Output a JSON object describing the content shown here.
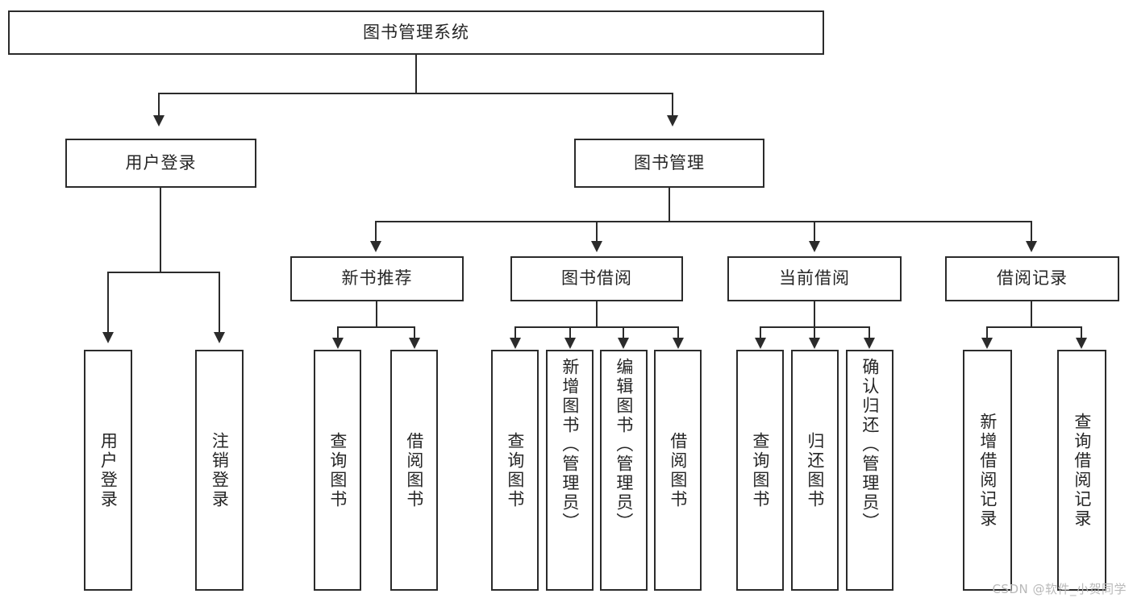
{
  "diagram": {
    "type": "tree-hierarchy",
    "title": "图书管理系统",
    "root": {
      "label": "图书管理系统"
    },
    "level1": [
      {
        "id": "user-login",
        "label": "用户登录"
      },
      {
        "id": "book-manage",
        "label": "图书管理"
      }
    ],
    "level2": [
      {
        "id": "new-book-recommend",
        "label": "新书推荐",
        "parent": "book-manage"
      },
      {
        "id": "book-borrow",
        "label": "图书借阅",
        "parent": "book-manage"
      },
      {
        "id": "current-borrow",
        "label": "当前借阅",
        "parent": "book-manage"
      },
      {
        "id": "borrow-record",
        "label": "借阅记录",
        "parent": "book-manage"
      }
    ],
    "leaves": [
      {
        "id": "leaf-user-login",
        "label": "用户登录",
        "parent": "user-login"
      },
      {
        "id": "leaf-user-logout",
        "label": "注销登录",
        "parent": "user-login"
      },
      {
        "id": "leaf-query-book-1",
        "label": "查询图书",
        "parent": "new-book-recommend"
      },
      {
        "id": "leaf-borrow-book-1",
        "label": "借阅图书",
        "parent": "new-book-recommend"
      },
      {
        "id": "leaf-query-book-2",
        "label": "查询图书",
        "parent": "book-borrow"
      },
      {
        "id": "leaf-add-book",
        "label": "新增图书（管理员）",
        "parent": "book-borrow"
      },
      {
        "id": "leaf-edit-book",
        "label": "编辑图书（管理员）",
        "parent": "book-borrow"
      },
      {
        "id": "leaf-borrow-book-2",
        "label": "借阅图书",
        "parent": "book-borrow"
      },
      {
        "id": "leaf-query-book-3",
        "label": "查询图书",
        "parent": "current-borrow"
      },
      {
        "id": "leaf-return-book",
        "label": "归还图书",
        "parent": "current-borrow"
      },
      {
        "id": "leaf-confirm-return",
        "label": "确认归还（管理员）",
        "parent": "current-borrow"
      },
      {
        "id": "leaf-add-record",
        "label": "新增借阅记录",
        "parent": "borrow-record"
      },
      {
        "id": "leaf-query-record",
        "label": "查询借阅记录",
        "parent": "borrow-record"
      }
    ],
    "watermark": "CSDN @软件_小贺同学",
    "colors": {
      "stroke": "#2b2b2b",
      "fill": "#ffffff",
      "text": "#262626",
      "watermark": "#b9b9b9"
    }
  }
}
